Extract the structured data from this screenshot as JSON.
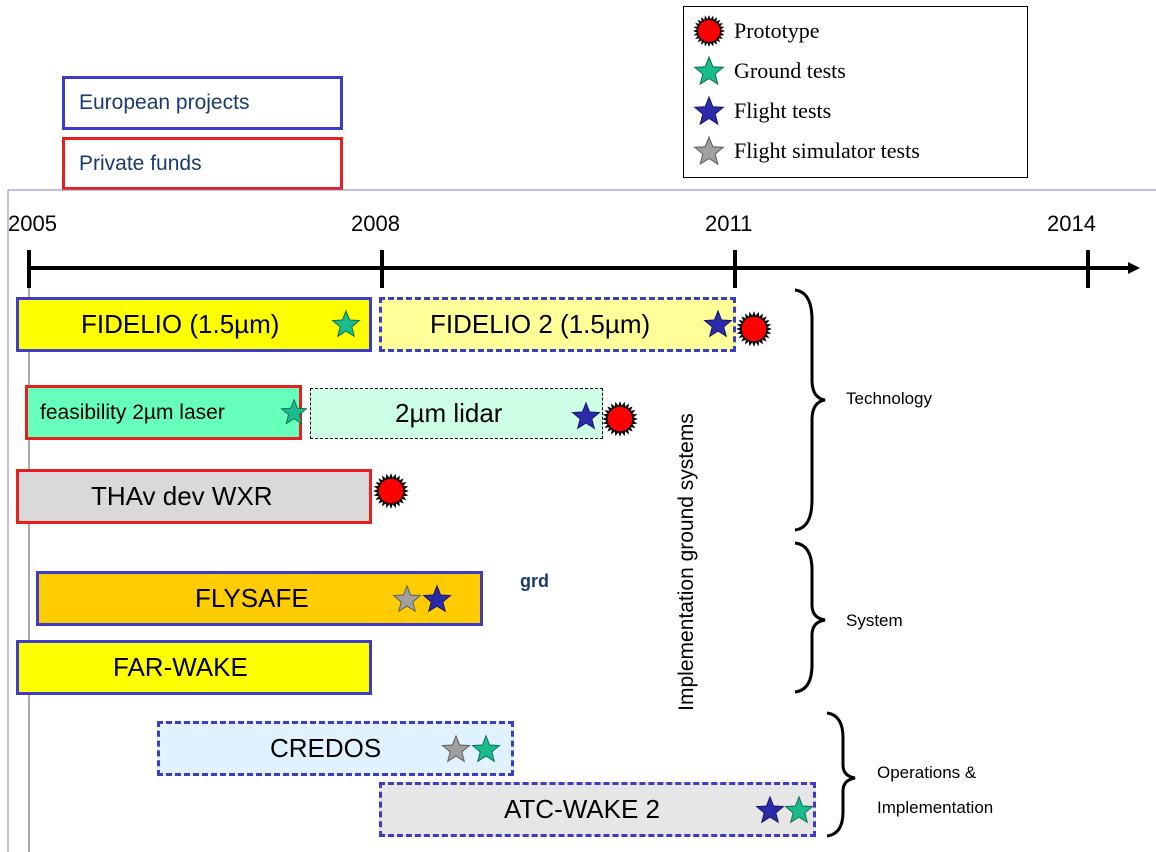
{
  "legend_sources": {
    "european": "European projects",
    "private": "Private funds"
  },
  "legend_symbols": {
    "prototype": "Prototype",
    "ground": "Ground tests",
    "flight": "Flight tests",
    "simulator": "Flight simulator tests"
  },
  "timeline": {
    "years": [
      "2005",
      "2008",
      "2011",
      "2014"
    ]
  },
  "projects": {
    "fidelio": "FIDELIO (1.5µm)",
    "fidelio2": "FIDELIO 2 (1.5µm)",
    "feasibility": "feasibility 2µm laser",
    "lidar": "2µm lidar",
    "thav": "THAv dev WXR",
    "flysafe": "FLYSAFE",
    "farwake": "FAR-WAKE",
    "credos": "CREDOS",
    "atcwake": "ATC-WAKE 2"
  },
  "grd_label": "grd",
  "vertical_label": "Implementation ground systems",
  "groups": {
    "technology": "Technology",
    "system": "System",
    "operations_line1": "Operations &",
    "operations_line2": "Implementation"
  },
  "colors": {
    "european_border": "#3c3cc8",
    "private_border": "#e62020",
    "yellow": "#ffff00",
    "light_yellow": "#ffff99",
    "green": "#66ffbb",
    "light_green": "#ccffe6",
    "gray": "#d9d9d9",
    "orange": "#ffcc00",
    "light_blue": "#e0f2ff",
    "star_ground": "#1abc8c",
    "star_flight": "#2a2aaa",
    "star_sim": "#a0a0a0",
    "prototype": "#ff0000"
  }
}
